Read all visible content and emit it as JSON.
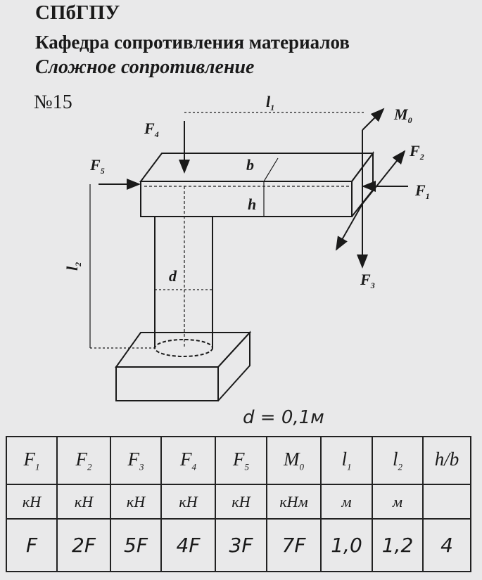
{
  "header": {
    "institution": "СПбГПУ",
    "department": "Кафедра сопротивления материалов",
    "topic": "Сложное сопротивление",
    "variant": "№15"
  },
  "diagram": {
    "labels": {
      "F1": "F",
      "F1_sub": "1",
      "F2": "F",
      "F2_sub": "2",
      "F3": "F",
      "F3_sub": "3",
      "F4": "F",
      "F4_sub": "4",
      "F5": "F",
      "F5_sub": "5",
      "M0": "M",
      "M0_sub": "0",
      "l1": "l",
      "l1_sub": "1",
      "l2": "l",
      "l2_sub": "2",
      "b": "b",
      "h": "h",
      "d": "d"
    },
    "note": "d = 0,1м"
  },
  "table": {
    "columns": [
      {
        "sym": "F",
        "sub": "1",
        "unit": "кН",
        "value": "F"
      },
      {
        "sym": "F",
        "sub": "2",
        "unit": "кН",
        "value": "2F"
      },
      {
        "sym": "F",
        "sub": "3",
        "unit": "кН",
        "value": "5F"
      },
      {
        "sym": "F",
        "sub": "4",
        "unit": "кН",
        "value": "4F"
      },
      {
        "sym": "F",
        "sub": "5",
        "unit": "кН",
        "value": "3F"
      },
      {
        "sym": "M",
        "sub": "0",
        "unit": "кНм",
        "value": "7F"
      },
      {
        "sym": "l",
        "sub": "1",
        "unit": "м",
        "value": "1,0"
      },
      {
        "sym": "l",
        "sub": "2",
        "unit": "м",
        "value": "1,2"
      },
      {
        "sym": "h/b",
        "sub": "",
        "unit": "",
        "value": "4"
      }
    ]
  }
}
